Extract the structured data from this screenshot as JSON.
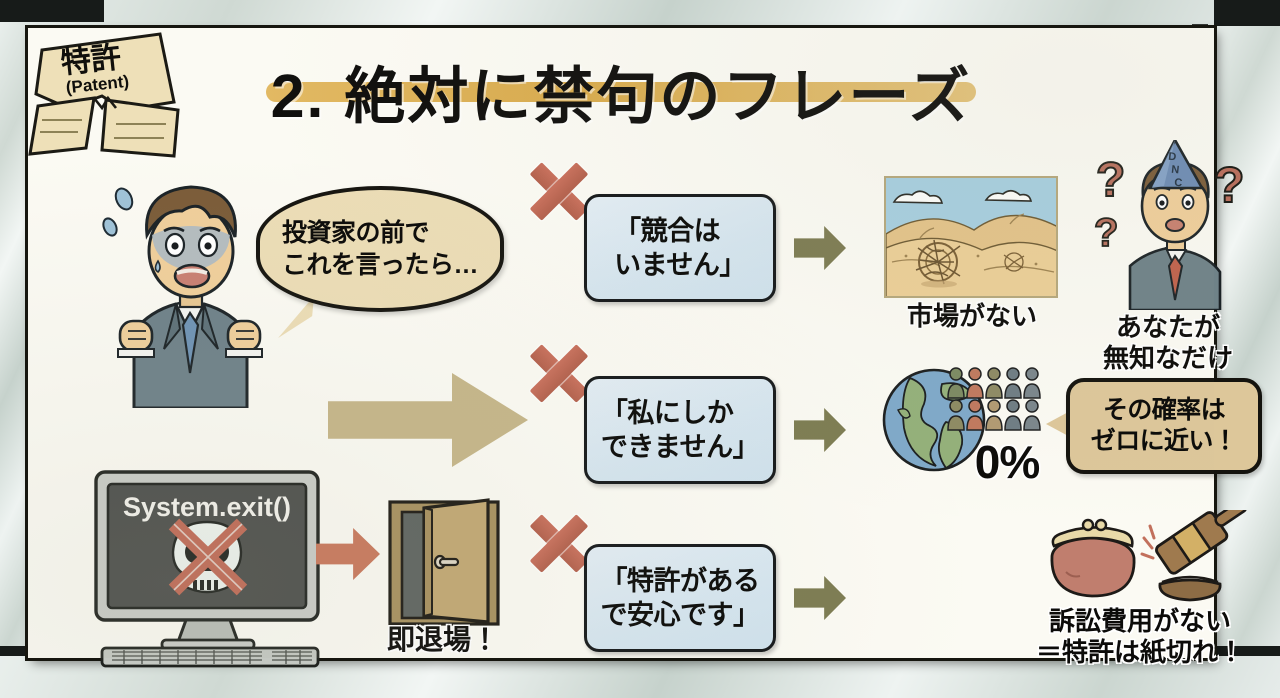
{
  "poster": {
    "title": "2. 絶対に禁句のフレーズ",
    "title_number": "2.",
    "highlight_color": "#d9ab4d",
    "paper_color": "#fbfaf3",
    "frame_color": "#171b19"
  },
  "intro": {
    "speaker_label": "panicked-founder",
    "bubble_text": "投資家の前で\nこれを言ったら…"
  },
  "rows": [
    {
      "id": "row-1",
      "x_mark": "✕",
      "phrase": "「競合は\nいません」",
      "phrase_color": "#d5e5ef",
      "result_icon": "desert-scene-icon",
      "result_caption": "市場がない",
      "consequence_icon": "confused-man-dunce-cap-icon",
      "consequence_caption": "あなたが\n無知なだけ",
      "dunce_cap_label": "DNC"
    },
    {
      "id": "row-2",
      "x_mark": "✕",
      "phrase": "「私にしか\nできません」",
      "phrase_color": "#d5e5ef",
      "result_icon": "globe-people-icon",
      "result_value": "0%",
      "consequence_icon": "speech-bubble-icon",
      "consequence_caption": "その確率は\nゼロに近い！"
    },
    {
      "id": "row-3",
      "x_mark": "✕",
      "phrase": "「特許がある\nで安心です」",
      "phrase_color": "#d5e5ef",
      "result_icon": "torn-patent-paper-icon",
      "result_caption": "特許",
      "result_caption_sub": "(Patent)",
      "consequence_icon": "coin-purse-and-gavel-icon",
      "consequence_caption": "訴訟費用がない\n＝特許は紙切れ！"
    }
  ],
  "outcome": {
    "screen_text": "System.exit()",
    "screen_icon": "skull-with-red-x-icon",
    "door_icon": "open-door-icon",
    "door_caption": "即退場！",
    "arrow_color": "#c9785c"
  },
  "palette": {
    "accent_gold": "#d9ab4d",
    "x_mark_red": "#bf6650",
    "arrow_olive": "#7d7c52",
    "arrow_tan": "#c6b689",
    "box_blue": "#d5e5ef",
    "bubble_cream": "#ecddb6",
    "bubble_tan": "#ddc79a"
  }
}
